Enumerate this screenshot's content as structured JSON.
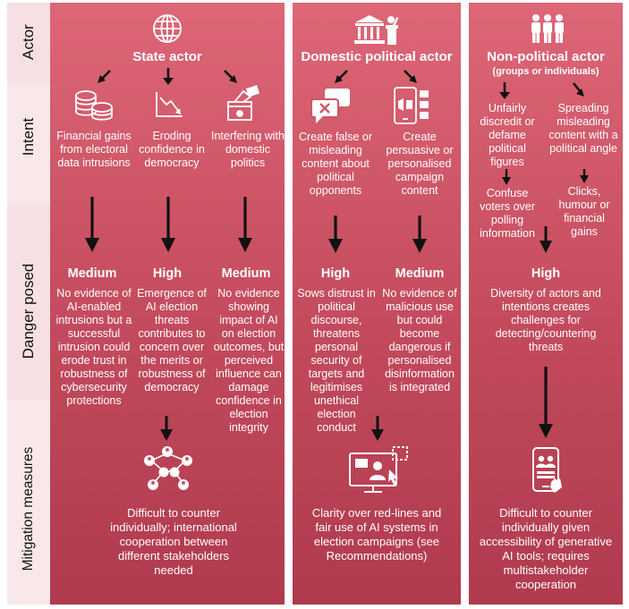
{
  "rows": {
    "actor": "Actor",
    "intent": "Intent",
    "danger": "Danger posed",
    "mitigation": "Mitigation measures"
  },
  "state": {
    "title": "State actor",
    "intents": [
      "Financial gains from electoral data intrusions",
      "Eroding confidence in democracy",
      "Interfering with domestic politics"
    ],
    "levels": [
      "Medium",
      "High",
      "Medium"
    ],
    "dangers": [
      "No evidence of AI-enabled intrusions but a successful intrusion could erode trust in robustness of cybersecurity protections",
      "Emergence of AI election threats contributes to concern over the merits or robustness of democracy",
      "No evidence showing impact of AI on election outcomes, but perceived influence can damage confidence in election integrity"
    ],
    "mitigation": "Difficult to counter individually; international cooperation between different stakeholders needed"
  },
  "domestic": {
    "title": "Domestic political actor",
    "intents": [
      "Create false or misleading content about political opponents",
      "Create persuasive or personalised campaign content"
    ],
    "levels": [
      "High",
      "Medium"
    ],
    "dangers": [
      "Sows distrust in political discourse, threatens personal security of targets and legitimises unethical election conduct",
      "No evidence of malicious use but could become dangerous if personalised disinformation is integrated"
    ],
    "mitigation": "Clarity over red-lines and fair use of AI systems in election campaigns (see Recommendations)"
  },
  "nonpolitical": {
    "title": "Non-political actor",
    "subtitle": "(groups or individuals)",
    "intents": [
      "Unfairly discredit or defame political figures",
      "Spreading misleading content with a political angle"
    ],
    "outcomes": [
      "Confuse voters over polling information",
      "Clicks, humour or financial gains"
    ],
    "level": "High",
    "danger": "Diversity of actors and intentions creates challenges for detecting/countering threats",
    "mitigation": "Difficult to counter individually given accessibility of generative AI tools; requires multistakeholder cooperation"
  },
  "colors": {
    "panel_top": "#dd6677",
    "panel_bottom": "#b03a4e",
    "label_band": "#f6e0e3",
    "arrow": "#111111",
    "text": "#ffffff"
  },
  "icons": [
    "globe-icon",
    "coins-icon",
    "declining-chart-icon",
    "ballot-box-icon",
    "government-building-icon",
    "misleading-chat-icon",
    "phone-content-icon",
    "people-group-icon",
    "network-icon",
    "monitor-icon",
    "phone-users-icon"
  ]
}
